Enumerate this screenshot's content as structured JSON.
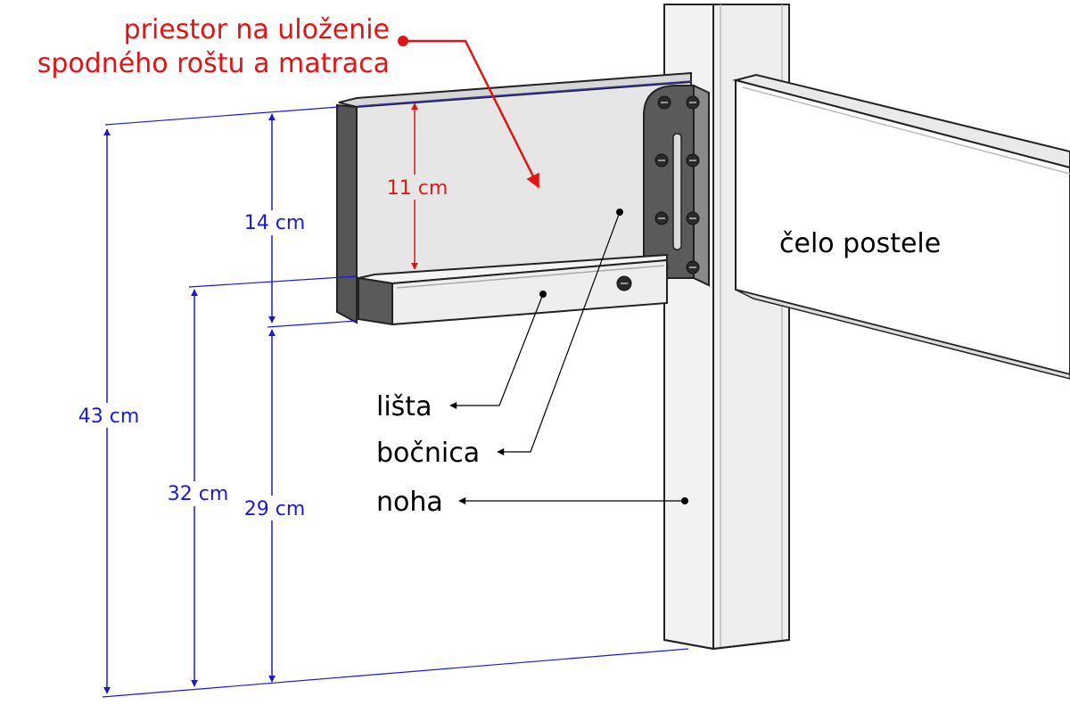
{
  "title": {
    "line1": "priestor na uloženie",
    "line2": "spodného roštu a matraca"
  },
  "dimensions": {
    "total_height": "43 cm",
    "rail_height": "32 cm",
    "leg_to_rail": "29 cm",
    "side_panel": "14 cm",
    "inner_space": "11 cm"
  },
  "parts": {
    "rail": "lišta",
    "side": "bočnica",
    "leg": "noha",
    "headboard": "čelo postele"
  },
  "colors": {
    "dimension_blue": "#1a1ad6",
    "highlight_red": "#e01414",
    "panel_grey": "#e6e6e6",
    "bracket_dark": "#444444"
  }
}
